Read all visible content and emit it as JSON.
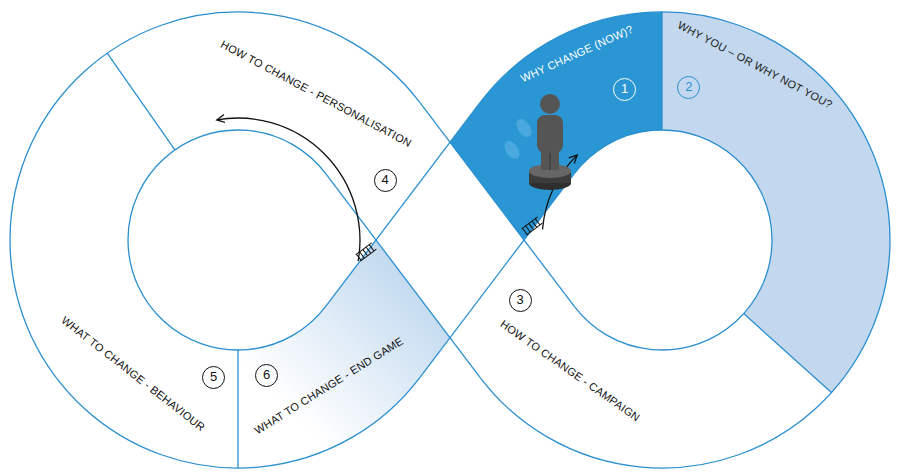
{
  "diagram": {
    "nodes": [
      {
        "text": [
          "WHY CHANGE (NOW)?",
          "1"
        ]
      },
      {
        "text": [
          "WHY YOU – OR WHY NOT YOU?",
          "2"
        ]
      },
      {
        "text": [
          "HOW TO CHANGE - CAMPAIGN",
          "3"
        ]
      },
      {
        "text": [
          "HOW TO CHANGE - PERSONALISATION",
          "4"
        ]
      },
      {
        "text": [
          "WHAT TO CHANGE - BEHAVIOUR",
          "5"
        ]
      },
      {
        "text": [
          "WHAT TO CHANGE - END GAME",
          "6"
        ]
      }
    ]
  }
}
